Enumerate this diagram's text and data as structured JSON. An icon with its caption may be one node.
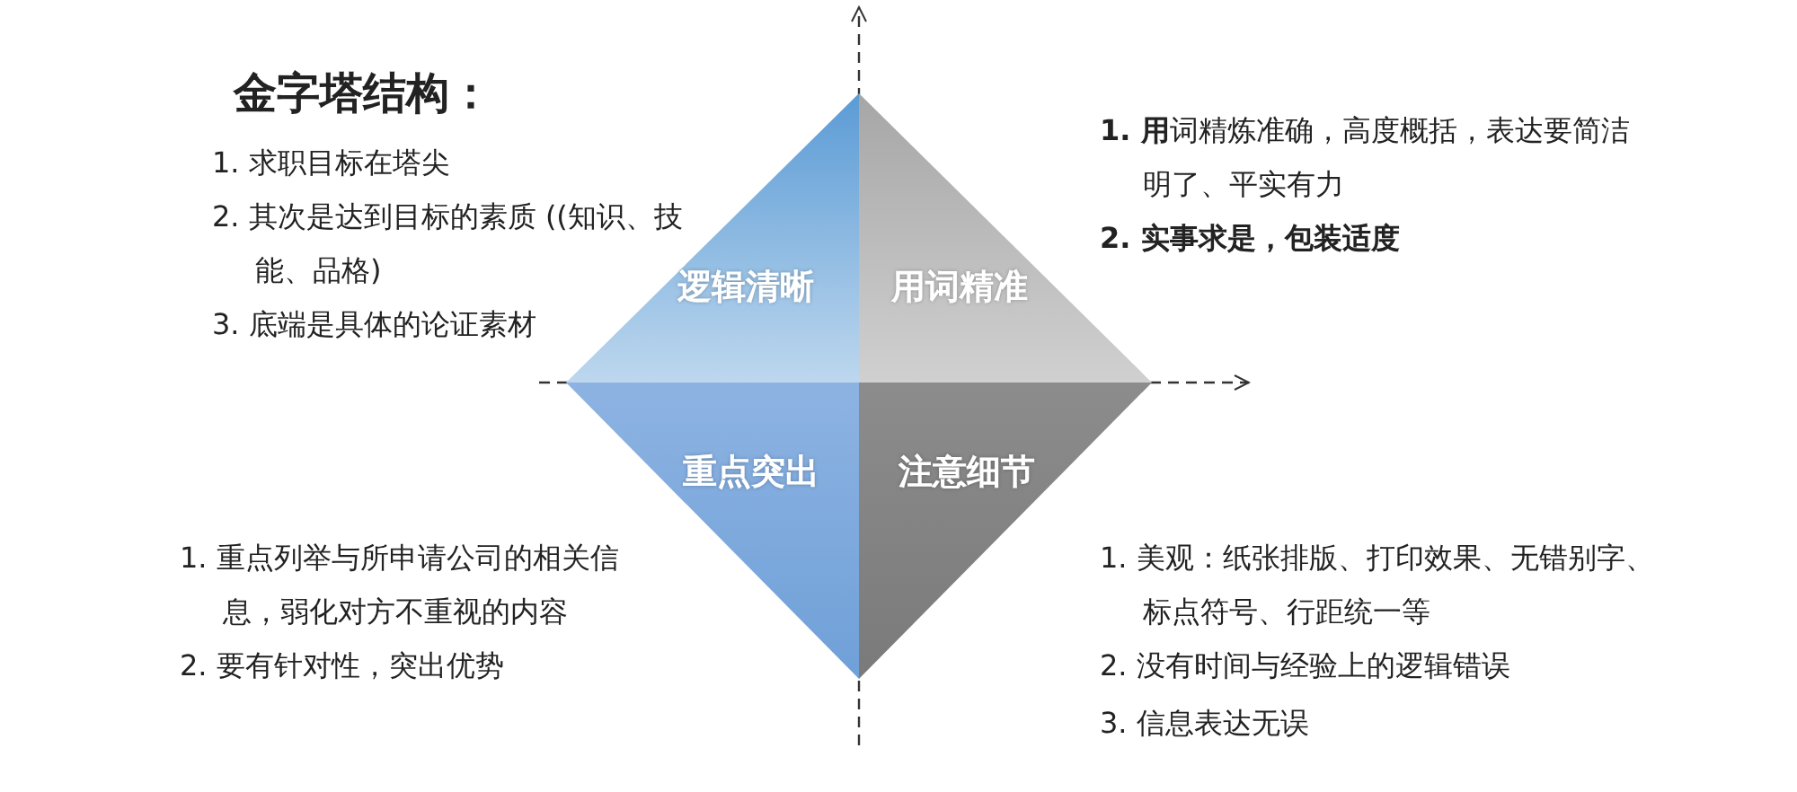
{
  "diagram": {
    "nodes": [
      {
        "text": [
          "逻辑清晰"
        ]
      },
      {
        "text": [
          "用词精准"
        ]
      },
      {
        "text": [
          "重点突出"
        ]
      },
      {
        "text": [
          "注意细节"
        ]
      }
    ],
    "labels": [
      "金字塔结构：",
      "1. 求职目标在塔尖",
      "2. 其次是达到目标的素质 ((知识、技能、品格)",
      "3. 底端是具体的论证素材",
      "**1. 用**词精炼准确，高度概括，表达要简洁明了、平实有力",
      "2. 实事求是，包装适度",
      "1. 重点列举与所申请公司的相关信息，弱化对方不重视的内容",
      "2. 要有针对性，突出优势",
      "1. 美观：纸张排版、打印效果、无错别字、标点符号、行距统一等",
      "2. 没有时间与经验上的逻辑错误",
      "3. 信息表达无误"
    ]
  }
}
